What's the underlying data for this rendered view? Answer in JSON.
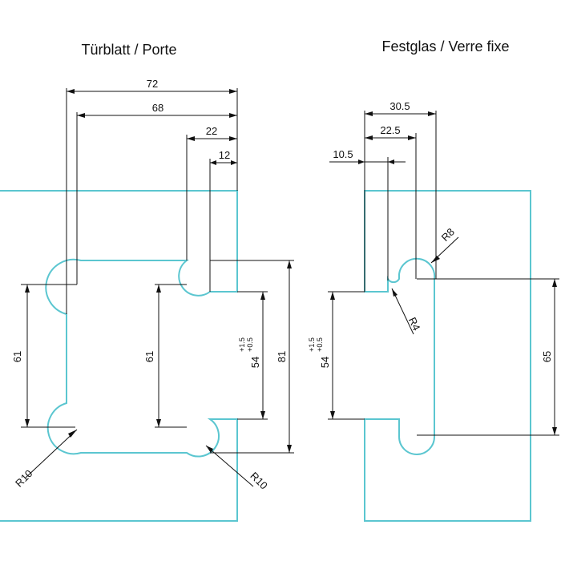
{
  "titles": {
    "door": "Türblatt / Porte",
    "fixed": "Festglas / Verre fixe"
  },
  "door": {
    "dim_72": "72",
    "dim_68": "68",
    "dim_22": "22",
    "dim_12": "12",
    "dim_61_left": "61",
    "dim_61_mid": "61",
    "dim_54": "54",
    "tol_upper": "+1.5",
    "tol_lower": "+0.5",
    "dim_81": "81",
    "radius_left": "R10",
    "radius_right": "R10"
  },
  "fixed": {
    "dim_30_5": "30.5",
    "dim_22_5": "22.5",
    "dim_10_5": "10.5",
    "radius_r8": "R8",
    "radius_r4": "R4",
    "dim_54": "54",
    "tol_upper": "+1.5",
    "tol_lower": "+0.5",
    "dim_65": "65"
  },
  "colors": {
    "outline": "#5bc6d0",
    "dimension": "#111111"
  }
}
